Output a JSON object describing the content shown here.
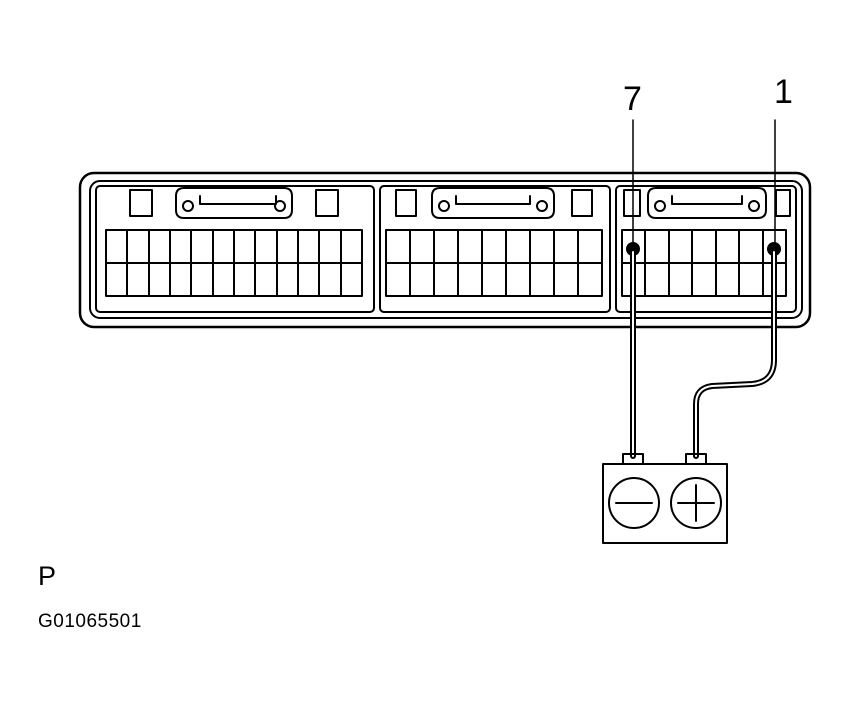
{
  "diagram": {
    "terminal_labels": [
      "7",
      "1"
    ],
    "code_letter": "P",
    "figure_id": "G01065501",
    "battery_symbols": [
      "negative-symbol",
      "positive-symbol"
    ],
    "ink_color": "#000000",
    "background_color": "#ffffff"
  }
}
